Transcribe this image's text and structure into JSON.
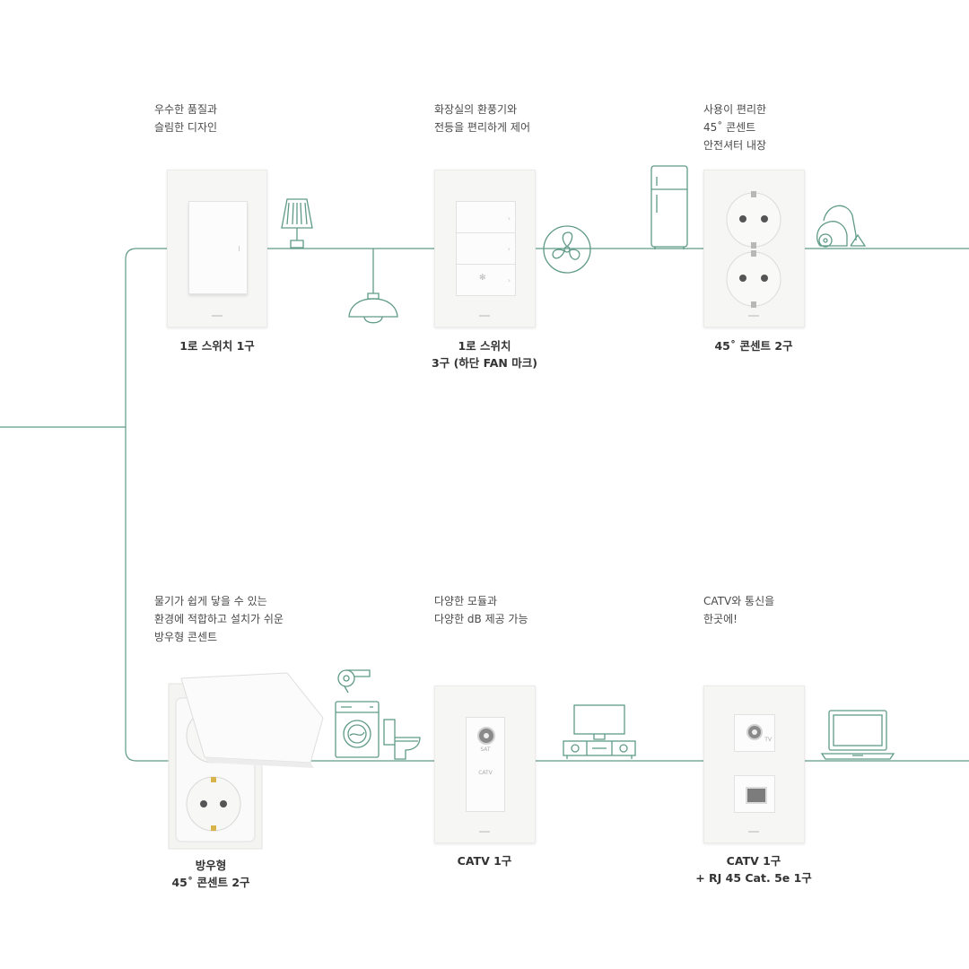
{
  "products": [
    {
      "id": "switch-1",
      "desc": [
        "우수한 품질과",
        "슬림한 디자인"
      ],
      "caption": [
        "1로 스위치 1구"
      ]
    },
    {
      "id": "switch-3",
      "desc": [
        "화장실의 환풍기와",
        "전등을 편리하게 제어"
      ],
      "caption": [
        "1로 스위치",
        "3구 (하단 FAN 마크)"
      ]
    },
    {
      "id": "outlet-45",
      "desc": [
        "사용이 편리한",
        "45˚ 콘센트",
        "안전셔터 내장"
      ],
      "caption": [
        "45˚ 콘센트 2구"
      ]
    },
    {
      "id": "waterproof-outlet",
      "desc": [
        "물기가 쉽게 닿을 수 있는",
        "환경에 적합하고 설치가 쉬운",
        "방우형 콘센트"
      ],
      "caption": [
        "방우형",
        "45˚ 콘센트 2구"
      ]
    },
    {
      "id": "catv",
      "desc": [
        "다양한 모듈과",
        "다양한 dB 제공 가능"
      ],
      "caption": [
        "CATV 1구"
      ]
    },
    {
      "id": "catv-rj45",
      "desc": [
        "CATV와 통신을",
        "한곳에!"
      ],
      "caption": [
        "CATV 1구",
        "+ RJ 45 Cat. 5e 1구"
      ]
    }
  ],
  "plate_labels": {
    "catv_module": "CATV",
    "catv_small": "SAT",
    "tv_small": "TV"
  },
  "icons": [
    "table-lamp-icon",
    "pendant-lamp-icon",
    "ventilation-fan-icon",
    "refrigerator-icon",
    "vacuum-cleaner-icon",
    "hair-dryer-icon",
    "washing-machine-icon",
    "toilet-icon",
    "tv-stand-icon",
    "laptop-icon"
  ],
  "colors": {
    "wire": "#5f9a88",
    "plate": "#f6f6f5"
  }
}
